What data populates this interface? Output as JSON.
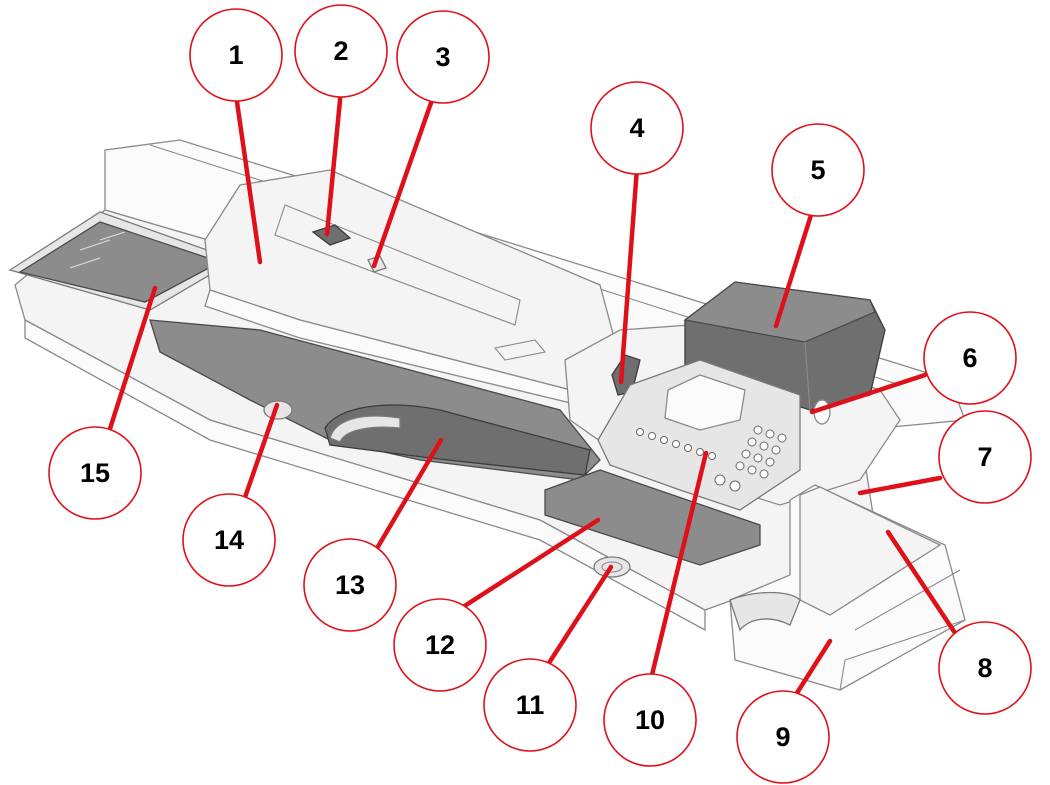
{
  "colors": {
    "callout_stroke": "#e0101a",
    "leader_line": "#e0101a",
    "label_text": "#000000",
    "tray_dark": "#8c8c8c",
    "body_light": "#f4f4f4"
  },
  "callouts": [
    {
      "id": "c1",
      "label": "1"
    },
    {
      "id": "c2",
      "label": "2"
    },
    {
      "id": "c3",
      "label": "3"
    },
    {
      "id": "c4",
      "label": "4"
    },
    {
      "id": "c5",
      "label": "5"
    },
    {
      "id": "c6",
      "label": "6"
    },
    {
      "id": "c7",
      "label": "7"
    },
    {
      "id": "c8",
      "label": "8"
    },
    {
      "id": "c9",
      "label": "9"
    },
    {
      "id": "c10",
      "label": "10"
    },
    {
      "id": "c11",
      "label": "11"
    },
    {
      "id": "c12",
      "label": "12"
    },
    {
      "id": "c13",
      "label": "13"
    },
    {
      "id": "c14",
      "label": "14"
    },
    {
      "id": "c15",
      "label": "15"
    }
  ]
}
